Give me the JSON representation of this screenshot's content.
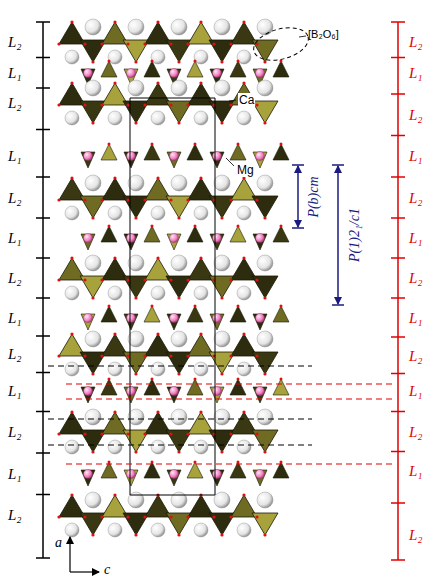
{
  "diagram": {
    "labels": [
      "L₂",
      "L₁",
      "L₂",
      "L₁",
      "L₂",
      "L₁",
      "L₂",
      "L₁",
      "L₂",
      "L₁",
      "L₂",
      "L₁",
      "L₂",
      "L₂",
      "L₁",
      "L₂",
      "L₁",
      "L₂",
      "L₁",
      "L₂",
      "L₁",
      "L₂",
      "L₁",
      "L₂",
      "L₁",
      "L₂",
      "[B₂O₆]",
      "Ca",
      "Mg",
      "P(b)cm",
      "P(1)2₁/c1",
      "a",
      "c"
    ]
  }
}
